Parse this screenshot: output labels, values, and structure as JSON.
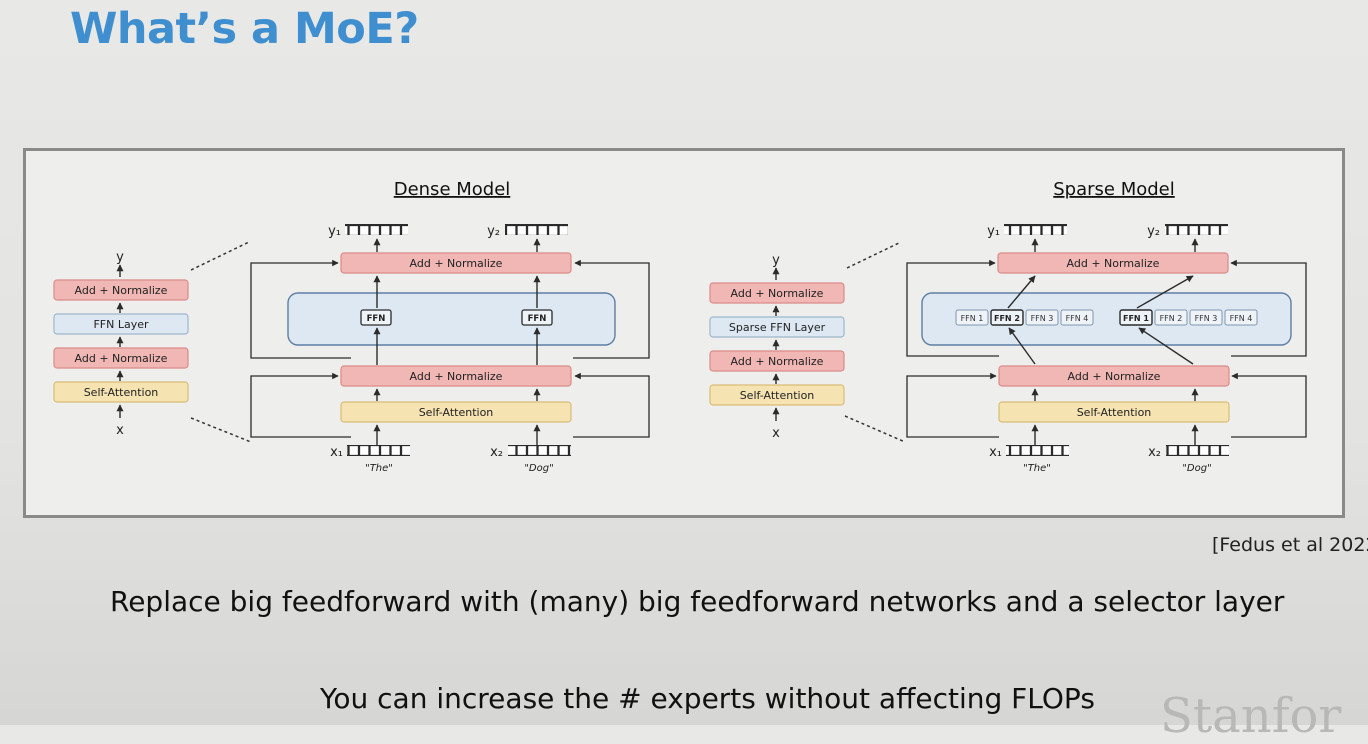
{
  "slide": {
    "title": "What’s a MoE?",
    "citation": "[Fedus et al 2022",
    "caption_main": "Replace big feedforward with (many) big feedforward networks and a selector layer",
    "caption_secondary": "You can increase the # experts without affecting FLOPs",
    "watermark": "Stanfor"
  },
  "diagram": {
    "dense": {
      "heading": "Dense Model",
      "stack": {
        "output": "y",
        "input": "x",
        "add_norm_top": "Add + Normalize",
        "ffn_layer": "FFN Layer",
        "add_norm_bottom": "Add + Normalize",
        "self_attention": "Self-Attention"
      },
      "expanded": {
        "add_norm_top": "Add + Normalize",
        "add_norm_bottom": "Add + Normalize",
        "self_attention": "Self-Attention",
        "ffn_left": "FFN",
        "ffn_right": "FFN",
        "y1": "y₁",
        "y2": "y₂",
        "x1": "x₁",
        "x2": "x₂",
        "token1": "\"The\"",
        "token2": "\"Dog\""
      }
    },
    "sparse": {
      "heading": "Sparse Model",
      "stack": {
        "output": "y",
        "input": "x",
        "add_norm_top": "Add + Normalize",
        "ffn_layer": "Sparse FFN Layer",
        "add_norm_bottom": "Add + Normalize",
        "self_attention": "Self-Attention"
      },
      "expanded": {
        "add_norm_top": "Add + Normalize",
        "add_norm_bottom": "Add + Normalize",
        "self_attention": "Self-Attention",
        "experts_left": [
          "FFN 1",
          "FFN 2",
          "FFN 3",
          "FFN 4"
        ],
        "experts_right": [
          "FFN 1",
          "FFN 2",
          "FFN 3",
          "FFN 4"
        ],
        "y1": "y₁",
        "y2": "y₂",
        "x1": "x₁",
        "x2": "x₂",
        "token1": "\"The\"",
        "token2": "\"Dog\""
      }
    }
  },
  "colors": {
    "title": "#3f8fd0",
    "add_norm_fill": "#f0b7b4",
    "add_norm_stroke": "#d98c89",
    "ffn_fill": "#dde8f2",
    "ffn_stroke": "#5e7ea3",
    "attention_fill": "#f6e3b2",
    "attention_stroke": "#d9bd77"
  }
}
